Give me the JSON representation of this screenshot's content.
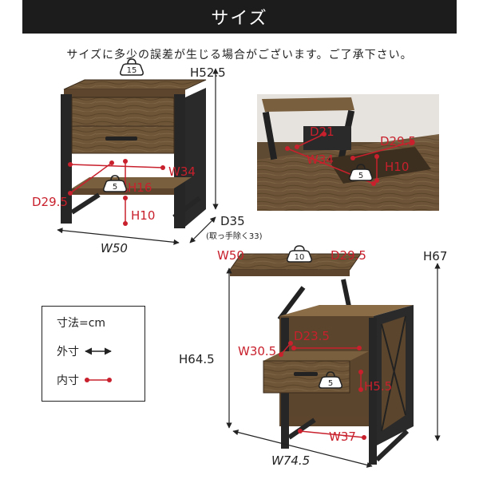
{
  "header": {
    "title": "サイズ"
  },
  "notice": "サイズに多少の誤差が生じる場合がございます。ご了承下さい。",
  "table_closed": {
    "weight_badge": "15",
    "height": "H52.5",
    "width": "W50",
    "depth": "D35",
    "depth_note": "(取っ手除く33)",
    "inner_width": "W34",
    "inner_depth": "D29.5",
    "inner_height": "H16",
    "leg_height": "H10",
    "shelf_badge": "5"
  },
  "photo_inside": {
    "d21": "D21",
    "d295": "D29.5",
    "w34": "W34",
    "h10": "H10",
    "badge": "5"
  },
  "table_open": {
    "top_width": "W50",
    "top_depth": "D29.5",
    "top_badge": "10",
    "total_height": "H67",
    "body_height": "H64.5",
    "drawer_depth": "D23.5",
    "drawer_width": "W30.5",
    "drawer_badge": "5",
    "drawer_height": "H5.5",
    "shelf_width": "W37",
    "bottom_width": "W74.5"
  },
  "legend": {
    "unit": "寸法=cm",
    "outer": "外寸",
    "inner": "内寸"
  },
  "colors": {
    "accent_red": "#c8202c",
    "dark": "#1c1c1c",
    "wood": "#6b5236"
  }
}
